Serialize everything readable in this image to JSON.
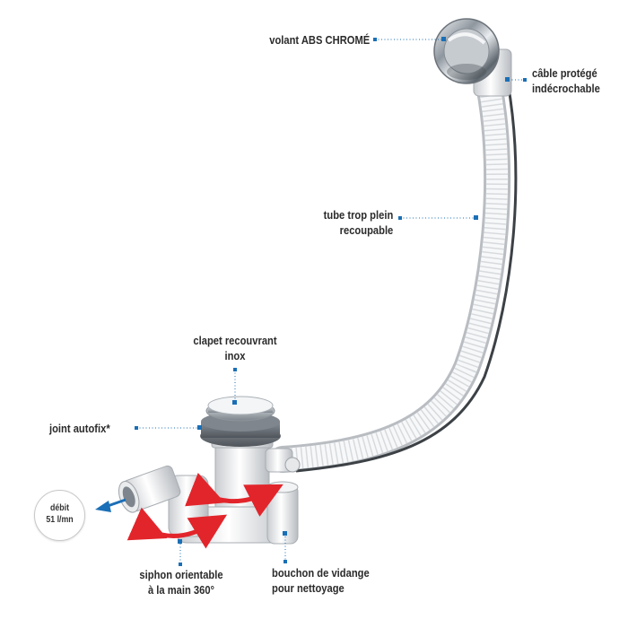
{
  "labels": {
    "volant": {
      "line1": "volant ABS CHROMÉ"
    },
    "cable": {
      "line1": "câble protégé",
      "line2": "indécrochable"
    },
    "tube": {
      "line1": "tube trop plein",
      "line2": "recoupable"
    },
    "clapet": {
      "line1": "clapet recouvrant",
      "line2": "inox"
    },
    "joint": {
      "line1": "joint autofix*"
    },
    "debit": {
      "line1": "débit",
      "line2": "51 l/mn"
    },
    "bouchon": {
      "line1": "bouchon de vidange",
      "line2": "pour nettoyage"
    },
    "siphon": {
      "line1": "siphon orientable",
      "line2": "à la main 360°"
    }
  },
  "colors": {
    "callout_marker": "#1a6fb6",
    "rotation_arrow": "#e2252b",
    "flow_arrow": "#1a6fb6",
    "text": "#2b2b2b"
  }
}
